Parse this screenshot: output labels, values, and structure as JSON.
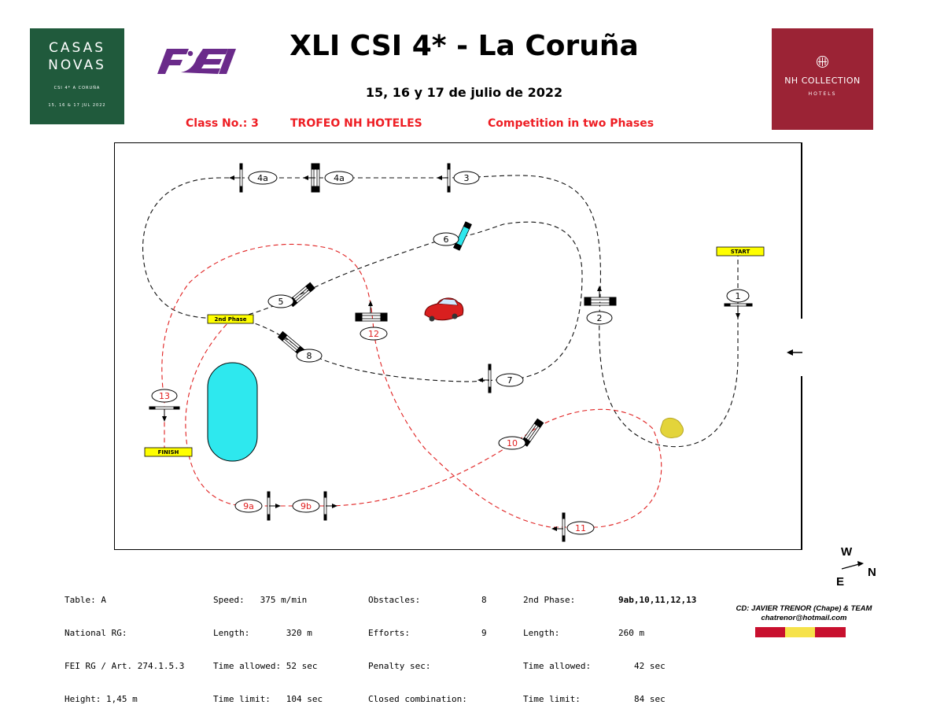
{
  "header": {
    "title": "XLI CSI 4* - La Coruña",
    "dates": "15, 16 y 17 de julio de 2022",
    "class_no": "Class No.: 3",
    "trophy": "TROFEO NH HOTELES",
    "competition": "Competition in two Phases"
  },
  "logos": {
    "casas_line1": "CASAS",
    "casas_line2": "NOVAS",
    "casas_small1": "CSI 4*   A CORUÑA",
    "casas_small2": "15, 16 & 17 JUL 2022",
    "fei": "FEI",
    "nh_collection": "NH COLLECTION",
    "nh_hotels": "HOTELS"
  },
  "course": {
    "start_label": "START",
    "finish_label": "FINISH",
    "second_phase_label": "2nd Phase",
    "obstacles": [
      "1",
      "2",
      "3",
      "4a",
      "4a",
      "5",
      "6",
      "7",
      "8",
      "9a",
      "9b",
      "10",
      "11",
      "12",
      "13"
    ]
  },
  "info": {
    "table": "Table: A",
    "national_rg": "National RG:",
    "fei_rg": "FEI RG / Art. 274.1.5.3",
    "height": "Height: 1,45 m",
    "speed": "Speed:   375 m/min",
    "length": "Length:       320 m",
    "time_allowed": "Time allowed: 52 sec",
    "time_limit": "Time limit:   104 sec",
    "obstacles_label": "Obstacles:",
    "obstacles_value": "8",
    "efforts_label": "Efforts:",
    "efforts_value": "9",
    "penalty": "Penalty sec:",
    "closed": "Closed combination:",
    "phase2_label": "2nd Phase:",
    "phase2_value": "9ab,10,11,12,13",
    "phase2_length_label": "Length:",
    "phase2_length": "260 m",
    "phase2_ta_label": "Time allowed:",
    "phase2_ta": "42 sec",
    "phase2_tl_label": "Time limit:",
    "phase2_tl": "84 sec"
  },
  "credit": {
    "line1": "CD: JAVIER TRENOR (Chape) & TEAM",
    "line2": "chatrenor@hotmail.com"
  },
  "compass": {
    "w": "W",
    "e": "E",
    "n": "N"
  },
  "colors": {
    "casas_green": "#205a3c",
    "fei_purple": "#6a2a8a",
    "nh_red": "#9b2335",
    "class_red": "#ee1d23",
    "water_cyan": "#2ee8ee",
    "flag_red": "#c8102e",
    "flag_yellow": "#f6e24a"
  }
}
